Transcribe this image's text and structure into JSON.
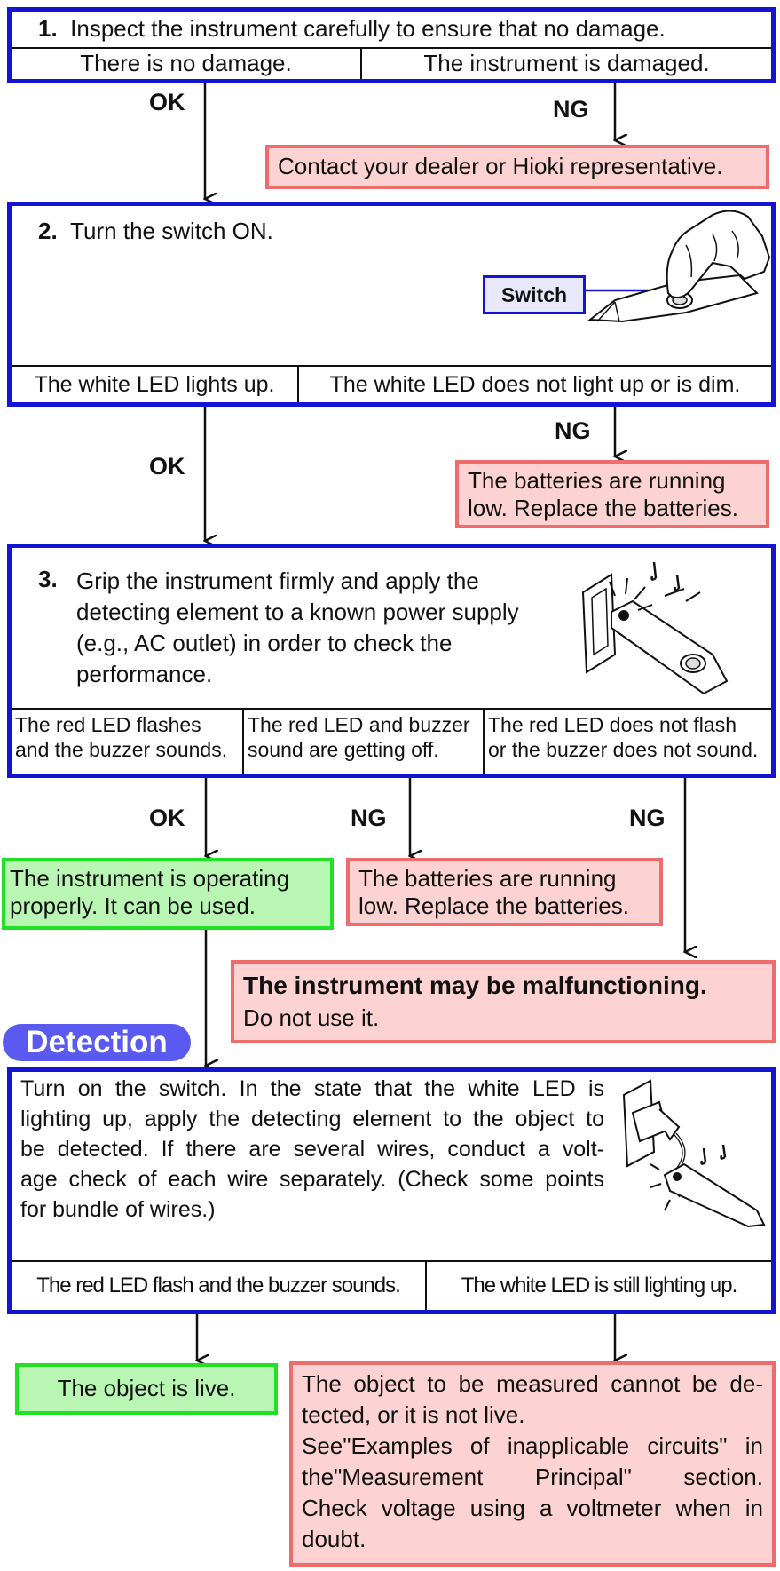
{
  "step1": {
    "number": "1.",
    "title": "Inspect the instrument carefully to ensure that no damage.",
    "ok_case": "There is no damage.",
    "ng_case": "The instrument is damaged.",
    "ok_label": "OK",
    "ng_label": "NG",
    "ng_result": "Contact your dealer or Hioki representative."
  },
  "step2": {
    "number": "2.",
    "title": "Turn the switch ON.",
    "switch_label": "Switch",
    "ok_case": "The white LED lights up.",
    "ng_case": "The white LED does not light up or is dim.",
    "ok_label": "OK",
    "ng_label": "NG",
    "ng_result": [
      "The batteries are running",
      "low. Replace the batteries."
    ]
  },
  "step3": {
    "number": "3.",
    "title": [
      "Grip the instrument firmly and apply the",
      "detecting element to a known power supply",
      "(e.g., AC outlet) in order to check the",
      "performance."
    ],
    "case_a": [
      "The red LED flashes",
      "and the buzzer sounds."
    ],
    "case_b": [
      "The red LED and buzzer",
      "sound are getting off."
    ],
    "case_c": [
      "The red LED does not flash",
      "or the buzzer does not sound."
    ],
    "ok_label": "OK",
    "ng_label_b": "NG",
    "ng_label_c": "NG",
    "ok_result": [
      "The instrument is operating",
      "properly. It can be used."
    ],
    "ng_result_b": [
      "The batteries are running",
      "low. Replace the batteries."
    ],
    "ng_result_c_title": "The instrument may be malfunctioning.",
    "ng_result_c_body": "Do not use it."
  },
  "detection": {
    "pill_label": "Detection",
    "instructions": [
      "Turn on the switch. In the state that the white LED is",
      "lighting up, apply the detecting element to the object to",
      "be detected. If there are several wires, conduct a volt-",
      "age check of each wire separately. (Check some points",
      "for bundle of wires.)"
    ],
    "case_live": "The red LED flash and the buzzer sounds.",
    "case_notlive": "The white LED is still lighting up.",
    "live_result": "The object is live.",
    "notlive_result": [
      "The object to be measured cannot be de-",
      "tected, or it is not live.",
      "See\"Examples of inapplicable circuits\" in",
      "the\"Measurement Principal\" section.",
      "Check voltage using a voltmeter when in",
      "doubt."
    ]
  },
  "colors": {
    "box_border": "#1414d2",
    "ng_fill": "#fdd2d2",
    "ng_border": "#ee6c6c",
    "ok_fill": "#b9f6b4",
    "ok_border": "#22e026",
    "pill": "#5a5af0"
  }
}
